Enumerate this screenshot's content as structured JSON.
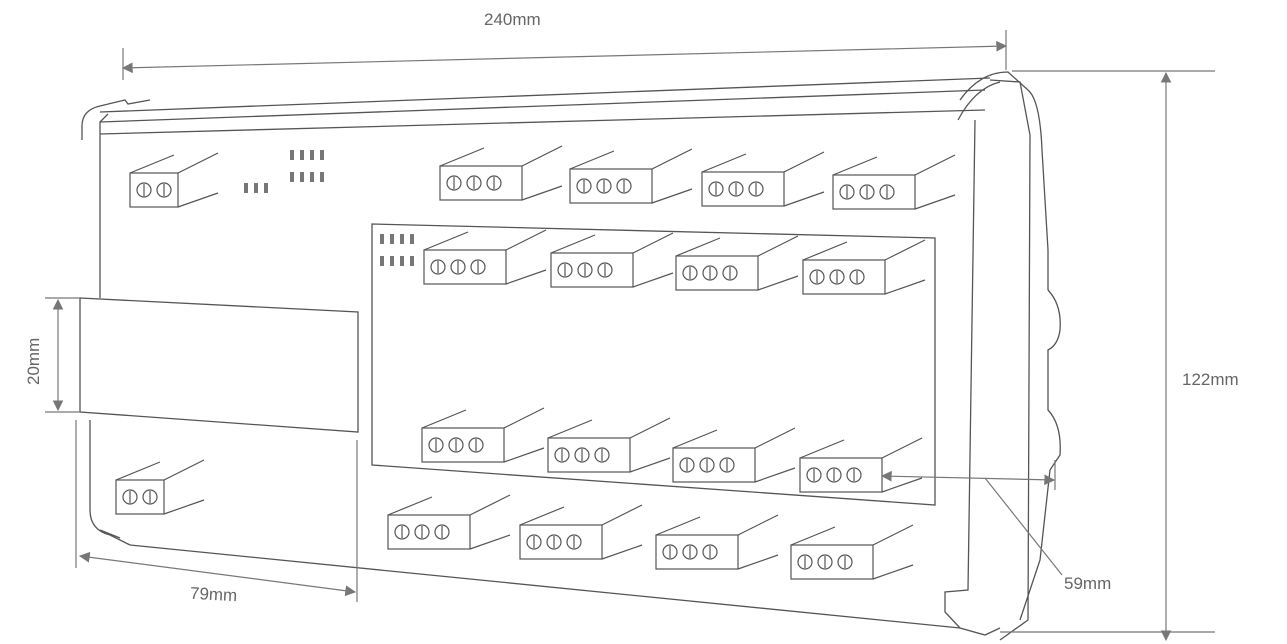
{
  "dimensions": {
    "width_label": "240mm",
    "height_label": "122mm",
    "depth_label": "59mm",
    "side_length_label": "79mm",
    "din_rail_label": "20mm"
  },
  "colors": {
    "line": "#555555",
    "dimension": "#666666",
    "background": "#ffffff"
  },
  "terminal_blocks": {
    "two_pole_count": 2,
    "three_pole_count": 16
  }
}
